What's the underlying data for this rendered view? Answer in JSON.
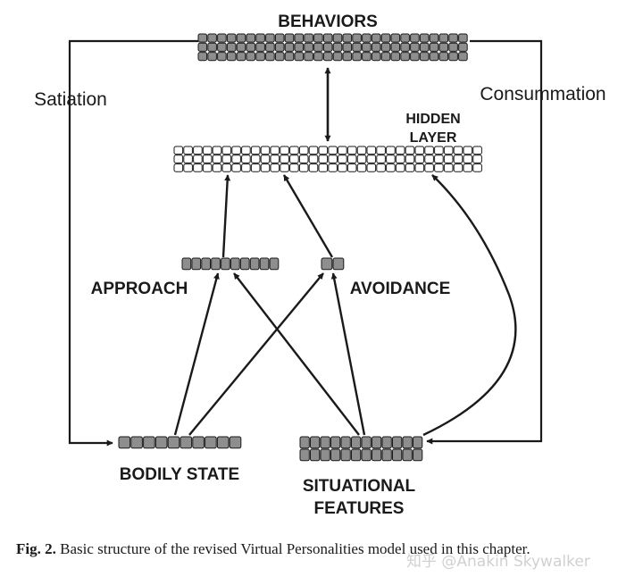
{
  "diagram": {
    "nodes": {
      "behaviors": {
        "label": "BEHAVIORS"
      },
      "hidden_layer": {
        "label_line1": "HIDDEN",
        "label_line2": "LAYER"
      },
      "approach": {
        "label": "APPROACH"
      },
      "avoidance": {
        "label": "AVOIDANCE"
      },
      "bodily_state": {
        "label": "BODILY STATE"
      },
      "situational_features": {
        "label_line1": "SITUATIONAL",
        "label_line2": "FEATURES"
      }
    },
    "loops": {
      "satiation": "Satiation",
      "consummation": "Consummation"
    }
  },
  "caption": {
    "fig_label": "Fig. 2.",
    "text": "Basic structure of the revised Virtual Personalities model used in this chapter."
  },
  "watermark": "知乎 @Anakin Skywalker",
  "colors": {
    "filled_unit": "#8e8e8e",
    "empty_unit": "#ffffff",
    "stroke": "#1a1a1a"
  }
}
